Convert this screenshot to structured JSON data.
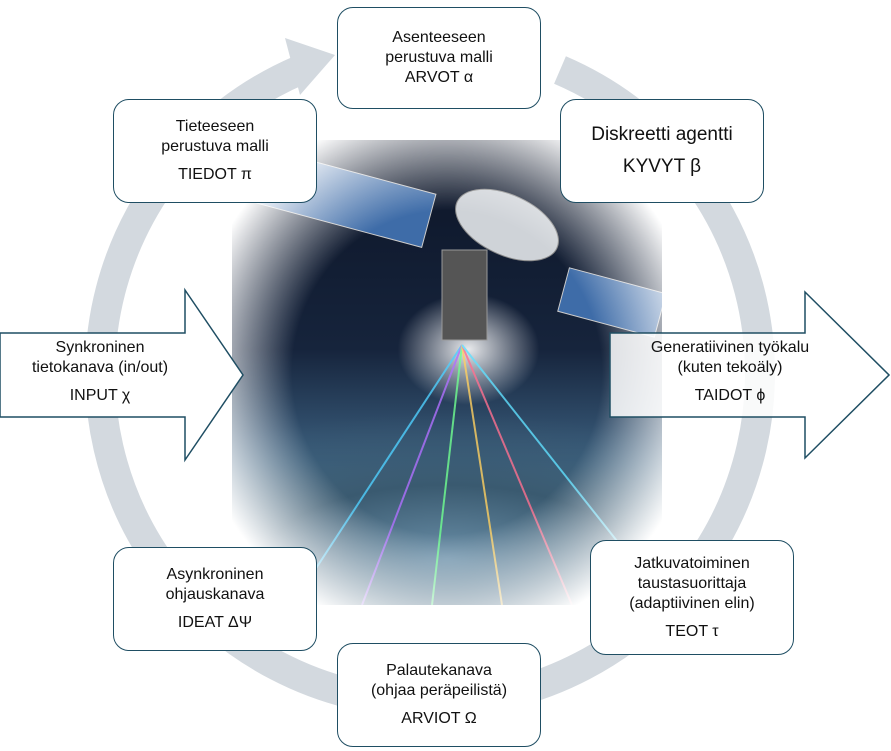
{
  "nodes": {
    "top": {
      "line1": "Asenteeseen",
      "line2": "perustuva malli",
      "symbol": "ARVOT α"
    },
    "top_left": {
      "line1": "Tieteeseen",
      "line2": "perustuva malli",
      "symbol": "TIEDOT π"
    },
    "top_right": {
      "line1": "Diskreetti  agentti",
      "symbol": "KYVYT β"
    },
    "left_arrow": {
      "line1": "Synkroninen",
      "line2": "tietokanava (in/out)",
      "symbol": "INPUT χ"
    },
    "right_arrow": {
      "line1": "Generatiivinen työkalu",
      "line2": "(kuten tekoäly)",
      "symbol": "TAIDOT ϕ"
    },
    "bottom_left": {
      "line1": "Asynkroninen",
      "line2": "ohjauskanava",
      "symbol": "IDEAT ΔΨ"
    },
    "bottom_right": {
      "line1": "Jatkuvatoiminen",
      "line2": "taustasuorittaja",
      "line3": "(adaptiivinen elin)",
      "symbol": "TEOT τ"
    },
    "bottom": {
      "line1": "Palautekanava",
      "line2": "(ohjaa peräpeilistä)",
      "symbol": "ARVIOT Ω"
    }
  },
  "colors": {
    "ring": "#d3d9df",
    "outline": "#1f4e63"
  }
}
